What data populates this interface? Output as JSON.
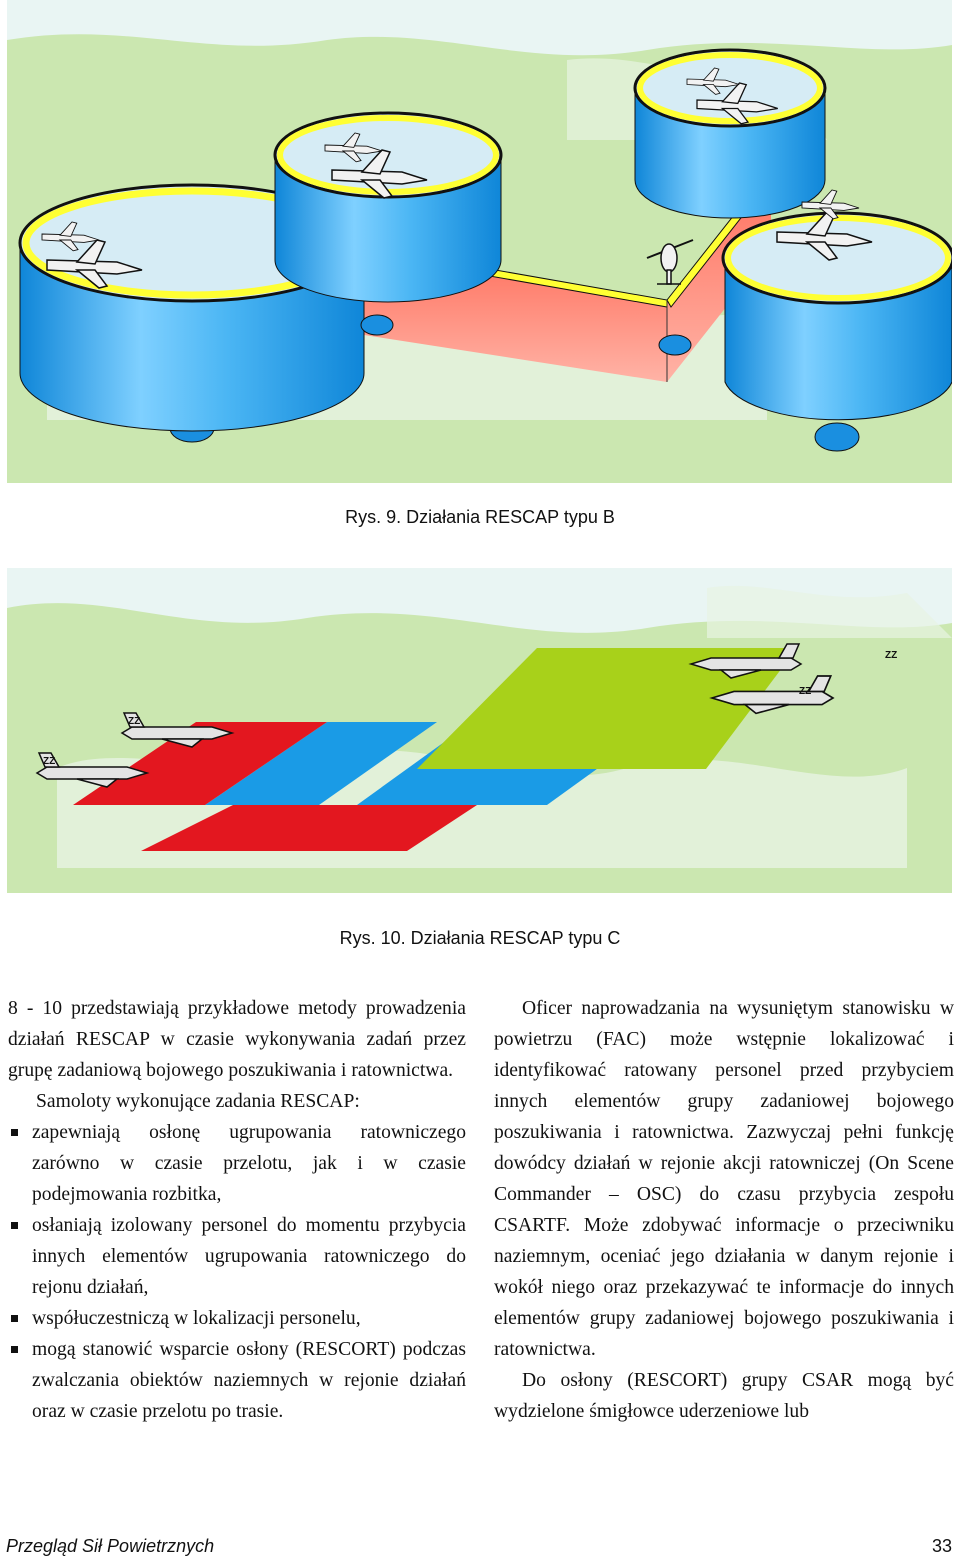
{
  "figures": {
    "fig9": {
      "caption": "Rys. 9. Działania RESCAP typu B"
    },
    "fig10": {
      "caption": "Rys. 10. Działania RESCAP typu C",
      "tail_mark": "ZZ"
    }
  },
  "colors": {
    "sky": "#e9f5f3",
    "land": "#cbe7b0",
    "orbit_blue": "#33a6ec",
    "corridor_red": "#ff8a78",
    "corridor_yellow": "#ffff33",
    "sector_red": "#e3171f",
    "sector_blue": "#1a9be6",
    "sector_green": "#a8d11a"
  },
  "left_column": {
    "intro": "8 - 10 przedstawiają przykładowe metody prowadzenia działań RESCAP w czasie wykonywania zadań przez grupę zadaniową bojowego poszukiwania i ratownictwa.",
    "lead": "Samoloty wykonujące zadania RESCAP:",
    "bullets": [
      "zapewniają osłonę ugrupowania ratowniczego zarówno w czasie przelotu, jak i w czasie podejmowania rozbitka,",
      "osłaniają izolowany personel do momentu przybycia innych elementów ugrupowania ratowniczego do rejonu działań,",
      "współuczestniczą w lokalizacji personelu,",
      "mogą stanowić wsparcie osłony (RESCORT) podczas zwalczania obiektów naziemnych w rejonie działań oraz w czasie przelotu po trasie."
    ]
  },
  "right_column": {
    "para1": "Oficer naprowadzania na wysuniętym stanowisku w powietrzu (FAC) może wstępnie lokalizować i identyfikować ratowany personel przed przybyciem innych elementów grupy zadaniowej bojowego poszukiwania i ratownictwa. Zazwyczaj pełni funkcję dowódcy działań w rejonie akcji ratowniczej (On Scene Commander – OSC) do czasu przybycia zespołu CSARTF. Może zdobywać informacje o przeciwniku naziemnym, oceniać jego działania w danym rejonie i wokół niego oraz przekazywać te informacje do innych elementów grupy zadaniowej bojowego poszukiwania i ratownictwa.",
    "para2": "Do osłony (RESCORT) grupy CSAR mogą być wydzielone śmigłowce uderzeniowe lub"
  },
  "footer": {
    "journal": "Przegląd Sił Powietrznych",
    "page": "33"
  }
}
